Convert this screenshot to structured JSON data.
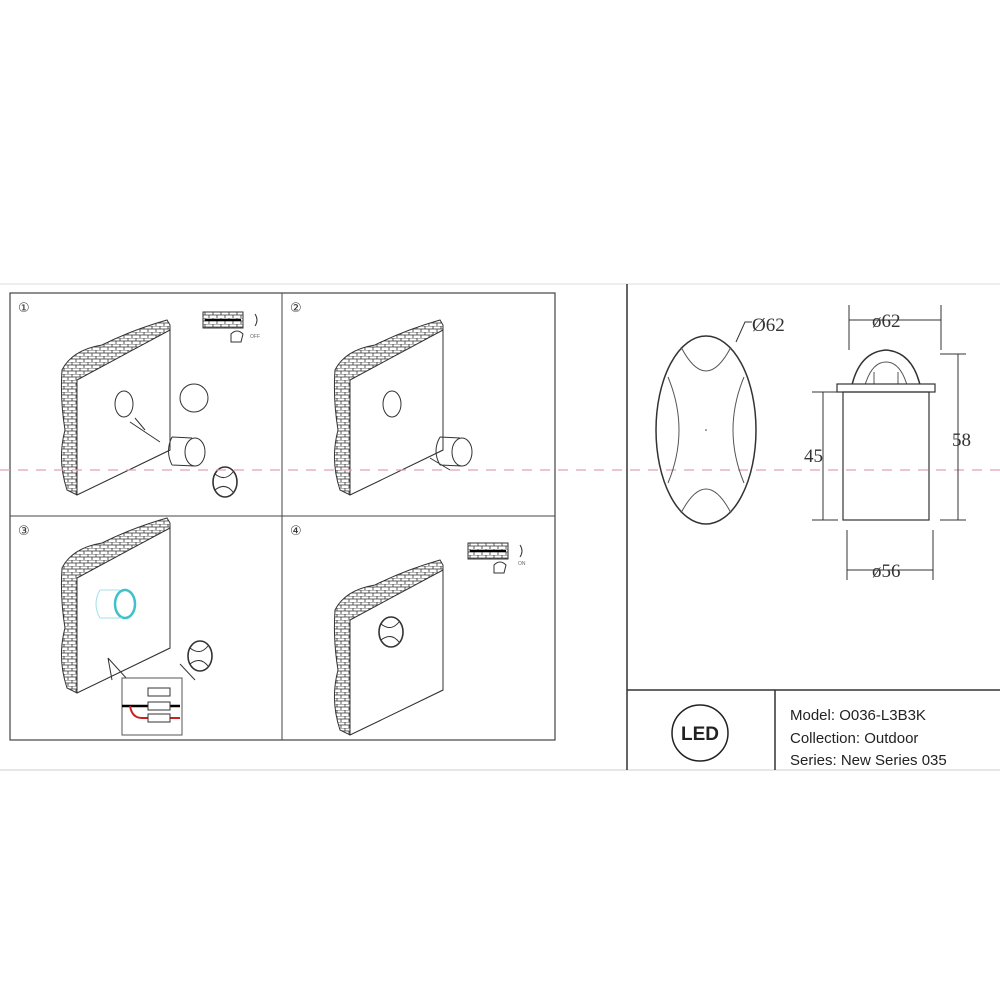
{
  "steps": [
    {
      "number": "①"
    },
    {
      "number": "②"
    },
    {
      "number": "③"
    },
    {
      "number": "④"
    }
  ],
  "switch_labels": {
    "step1": "OFF",
    "step4": "ON"
  },
  "dimensions": {
    "top_diameter": "Ø62",
    "side_top_diameter": "ø62",
    "total_height": "58",
    "body_height": "45",
    "body_diameter": "ø56"
  },
  "title_block": {
    "logo": "LED",
    "model": "Model: O036-L3B3K",
    "collection": "Collection: Outdoor",
    "series": "Series: New Series 035"
  },
  "colors": {
    "line": "#333333",
    "centerline": "#e0a0b8",
    "highlight": "#40c0c8",
    "wire_red": "#cc2020"
  }
}
